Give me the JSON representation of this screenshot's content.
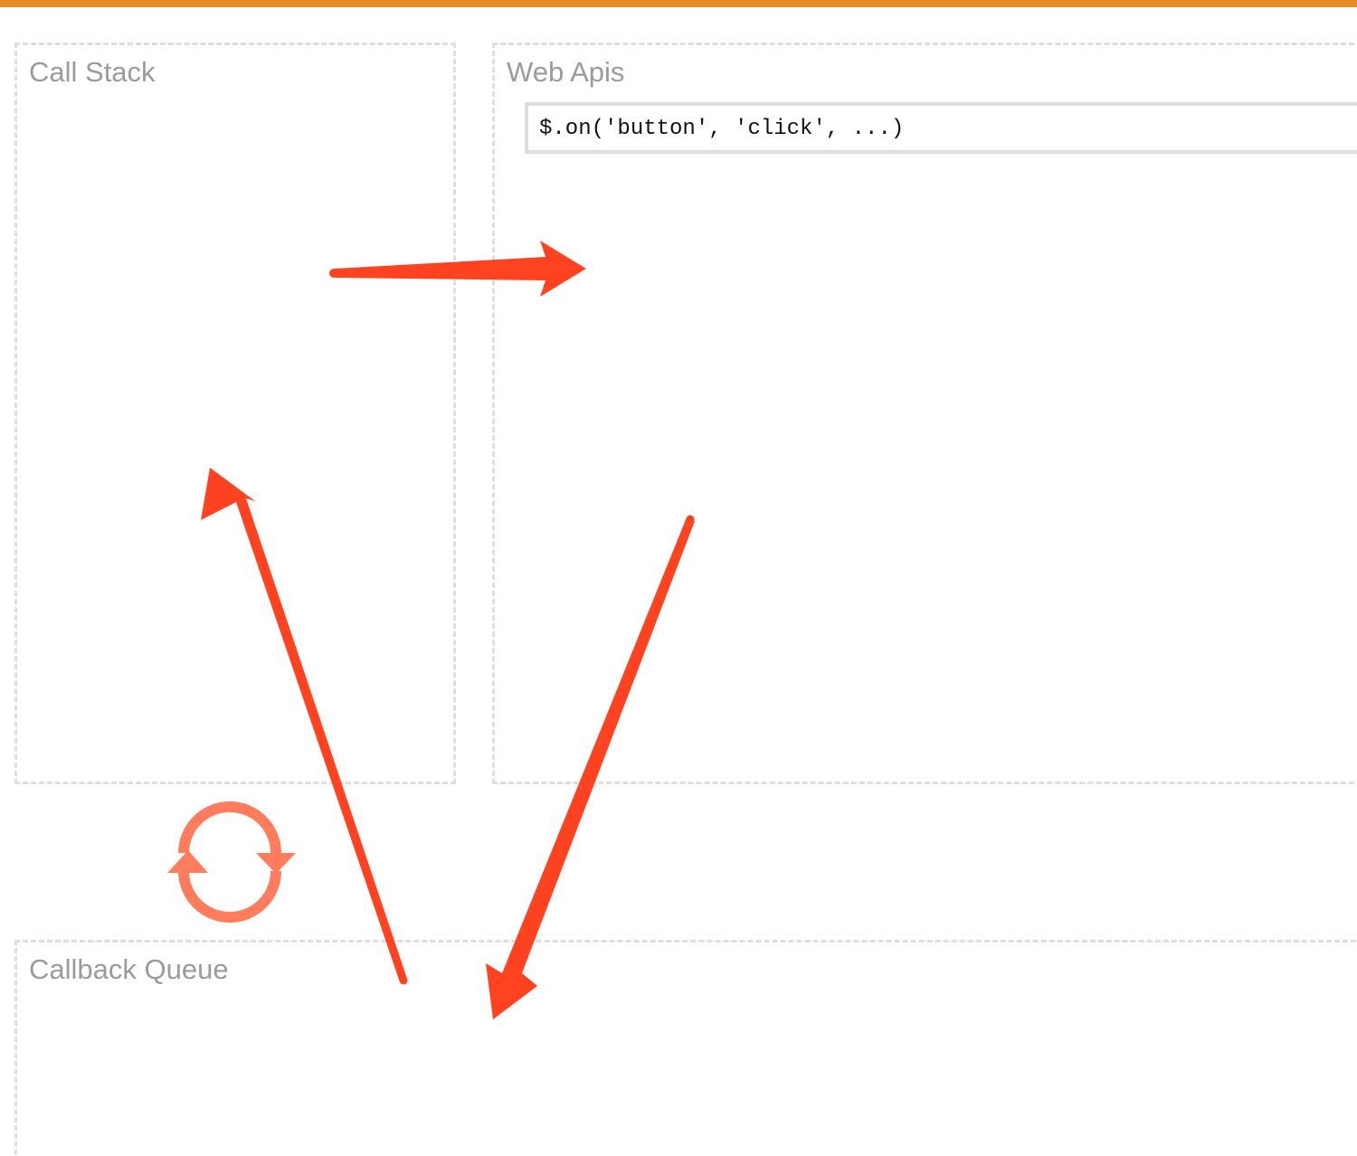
{
  "colors": {
    "top_bar": "#E38D24",
    "panel_border": "#DEDEDE",
    "title_text": "#9B9B9B",
    "arrow": "#FF4320",
    "loop_icon": "#FF7D5C"
  },
  "panels": {
    "call_stack": {
      "title": "Call Stack"
    },
    "web_apis": {
      "title": "Web Apis",
      "items": [
        {
          "code": "$.on('button', 'click', ...)"
        }
      ]
    },
    "callback_queue": {
      "title": "Callback Queue"
    }
  },
  "icons": {
    "event_loop": "refresh-cycle-icon",
    "arrows": [
      "arrow-right-icon",
      "arrow-up-left-icon",
      "arrow-down-left-icon"
    ]
  }
}
